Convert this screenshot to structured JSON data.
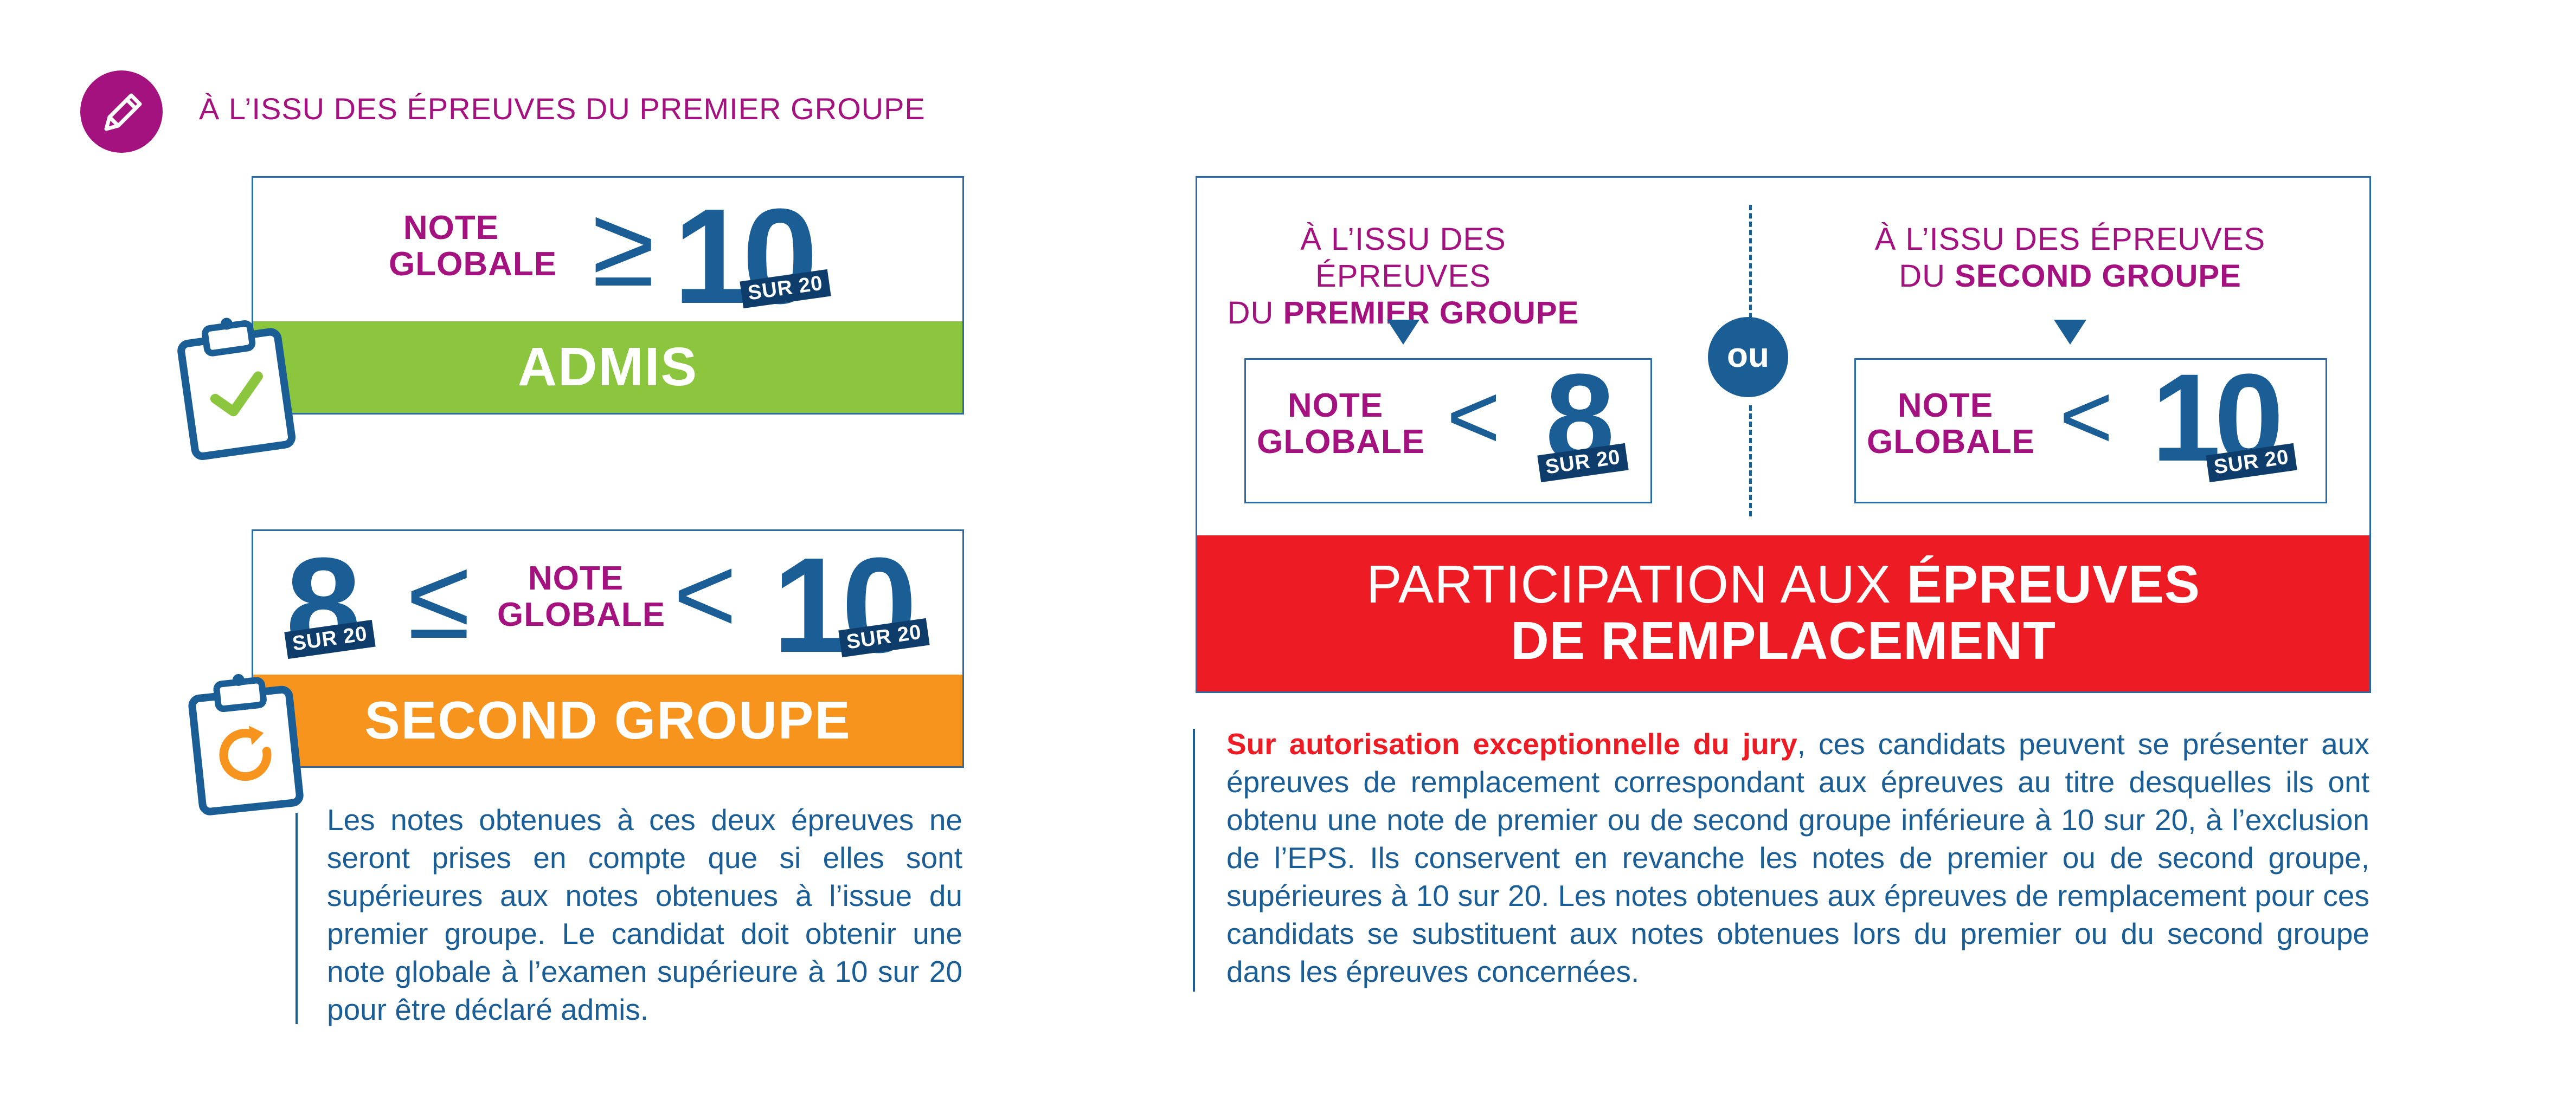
{
  "header": {
    "title": "À L’ISSU DES ÉPREUVES DU PREMIER GROUPE",
    "icon": "pencil-icon"
  },
  "admis_box": {
    "note_label_line1": "NOTE",
    "note_label_line2": "GLOBALE",
    "operator": "≥",
    "threshold": "10",
    "unit": "SUR 20",
    "band_label": "ADMIS",
    "band_color": "#8cc63f",
    "icon": "clipboard-check-icon"
  },
  "second_box": {
    "low": "8",
    "low_unit": "SUR 20",
    "op_left": "≤",
    "note_label_line1": "NOTE",
    "note_label_line2": "GLOBALE",
    "op_right": "<",
    "high": "10",
    "high_unit": "SUR 20",
    "band_label": "SECOND GROUPE",
    "band_color": "#f7941d",
    "icon": "clipboard-refresh-icon",
    "paragraph": "Les notes obtenues à ces deux épreuves ne seront prises en compte que si elles sont supérieures aux notes obtenues à l’issue du premier groupe. Le candidat doit obtenir une note globale à l’examen supérieure à 10 sur 20 pour être déclaré admis."
  },
  "replacement_box": {
    "left_stage_line1": "À L’ISSU DES ÉPREUVES",
    "left_stage_line2_pre": "DU ",
    "left_stage_line2_bold": "PREMIER GROUPE",
    "left_condition": {
      "note_label_line1": "NOTE",
      "note_label_line2": "GLOBALE",
      "operator": "<",
      "threshold": "8",
      "unit": "SUR 20"
    },
    "or_label": "ou",
    "right_stage_line1": "À L’ISSU DES ÉPREUVES",
    "right_stage_line2_pre": "DU ",
    "right_stage_line2_bold": "SECOND GROUPE",
    "right_condition": {
      "note_label_line1": "NOTE",
      "note_label_line2": "GLOBALE",
      "operator": "<",
      "threshold": "10",
      "unit": "SUR 20"
    },
    "band_line1_normal": "PARTICIPATION AUX ",
    "band_line1_bold": "ÉPREUVES",
    "band_line2": "DE REMPLACEMENT",
    "band_color": "#ed1c24",
    "paragraph_lead": "Sur autorisation exceptionnelle du jury",
    "paragraph_rest": ", ces candidats peuvent se présenter aux épreuves de remplacement correspondant aux épreuves au titre desquelles ils ont obtenu une note de premier ou de second groupe inférieure à 10 sur 20, à l’exclusion de l’EPS. Ils conservent en revanche les notes de premier ou de second groupe, supérieures à 10 sur 20. Les notes obtenues aux épreuves de remplacement pour ces candidats se substituent aux notes obtenues lors du premier ou du second groupe dans les épreuves concernées."
  },
  "colors": {
    "purple": "#a3127f",
    "blue": "#1b5e96",
    "navy": "#0e3d6b"
  }
}
